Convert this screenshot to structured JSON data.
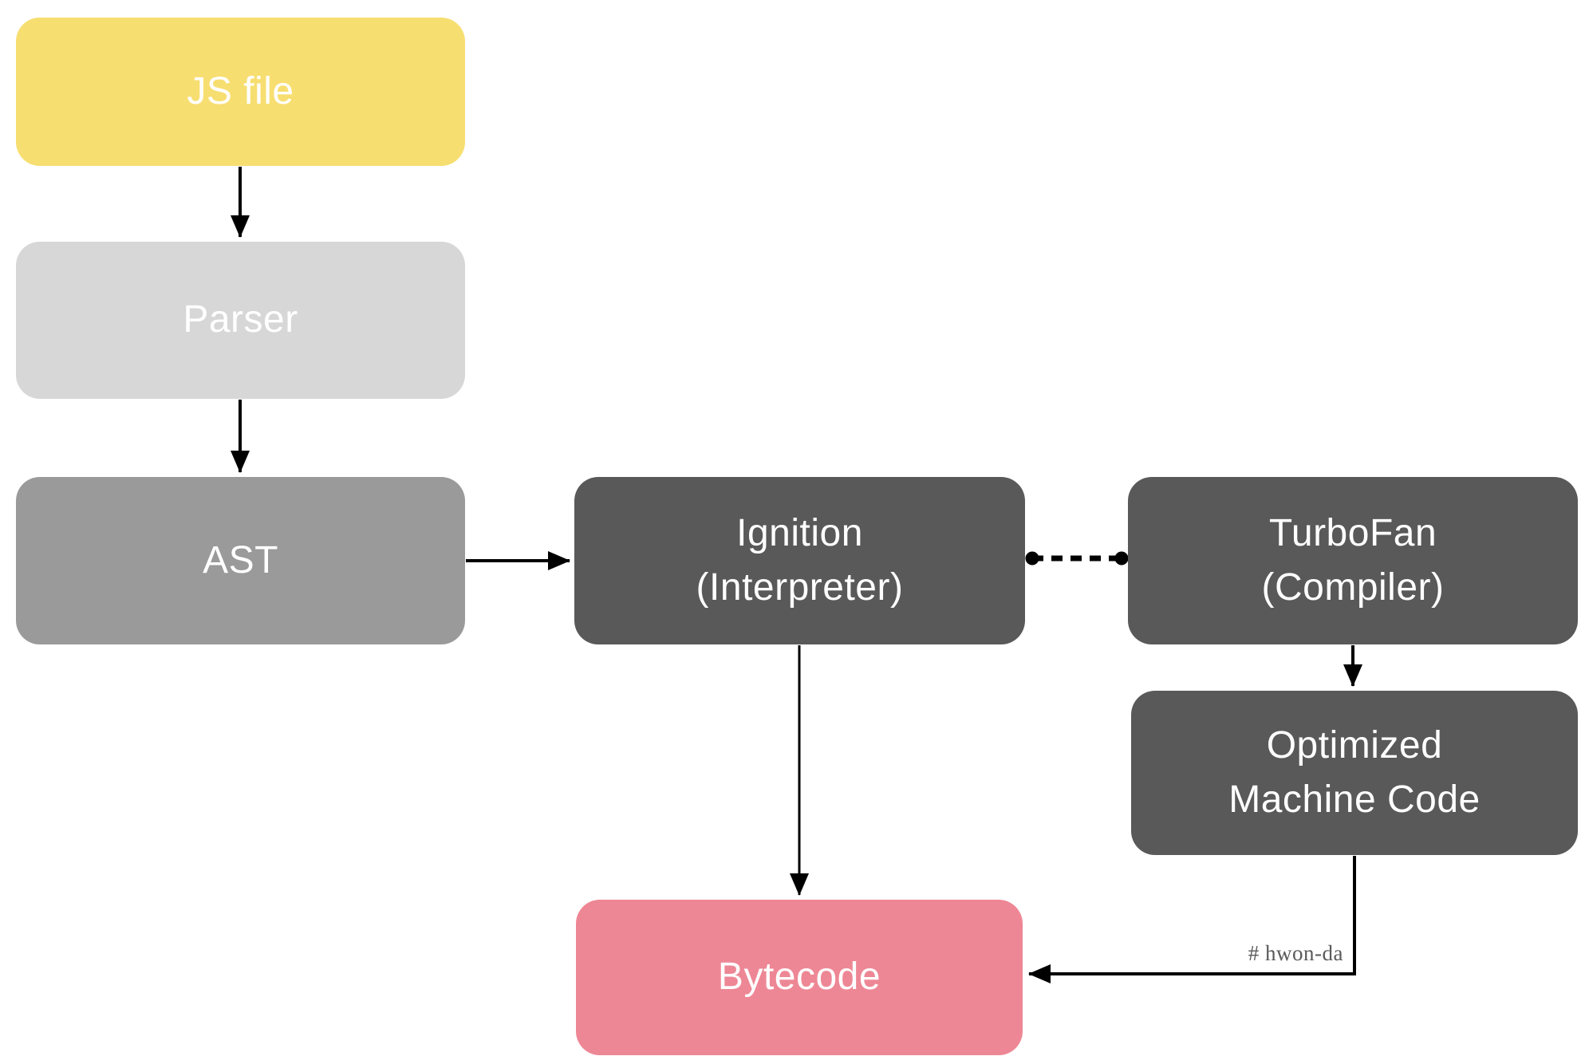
{
  "diagram": {
    "background": "#ffffff",
    "arrow_color": "#000000",
    "nodes": {
      "js_file": {
        "label": "JS file",
        "color": "#F7DE70",
        "text_color": "#ffffff"
      },
      "parser": {
        "label": "Parser",
        "color": "#D7D7D7",
        "text_color": "#ffffff"
      },
      "ast": {
        "label": "AST",
        "color": "#9A9A9A",
        "text_color": "#ffffff"
      },
      "ignition": {
        "line1": "Ignition",
        "line2": "(Interpreter)",
        "color": "#595959",
        "text_color": "#ffffff"
      },
      "turbofan": {
        "line1": "TurboFan",
        "line2": "(Compiler)",
        "color": "#595959",
        "text_color": "#ffffff"
      },
      "optimized_machine_code": {
        "line1": "Optimized",
        "line2": "Machine Code",
        "color": "#595959",
        "text_color": "#ffffff"
      },
      "bytecode": {
        "label": "Bytecode",
        "color": "#EE8795",
        "text_color": "#ffffff"
      }
    },
    "edges": [
      {
        "from": "js_file",
        "to": "parser",
        "style": "solid-arrow"
      },
      {
        "from": "parser",
        "to": "ast",
        "style": "solid-arrow"
      },
      {
        "from": "ast",
        "to": "ignition",
        "style": "solid-arrow"
      },
      {
        "from": "ignition",
        "to": "turbofan",
        "style": "dashed-line-with-dot-ends"
      },
      {
        "from": "turbofan",
        "to": "optimized_machine_code",
        "style": "solid-arrow"
      },
      {
        "from": "ignition",
        "to": "bytecode",
        "style": "solid-arrow-thin"
      },
      {
        "from": "optimized_machine_code",
        "to": "bytecode",
        "style": "solid-arrow-elbow"
      }
    ],
    "annotation": {
      "label": "# hwon-da",
      "color": "#5A5A5A"
    }
  }
}
